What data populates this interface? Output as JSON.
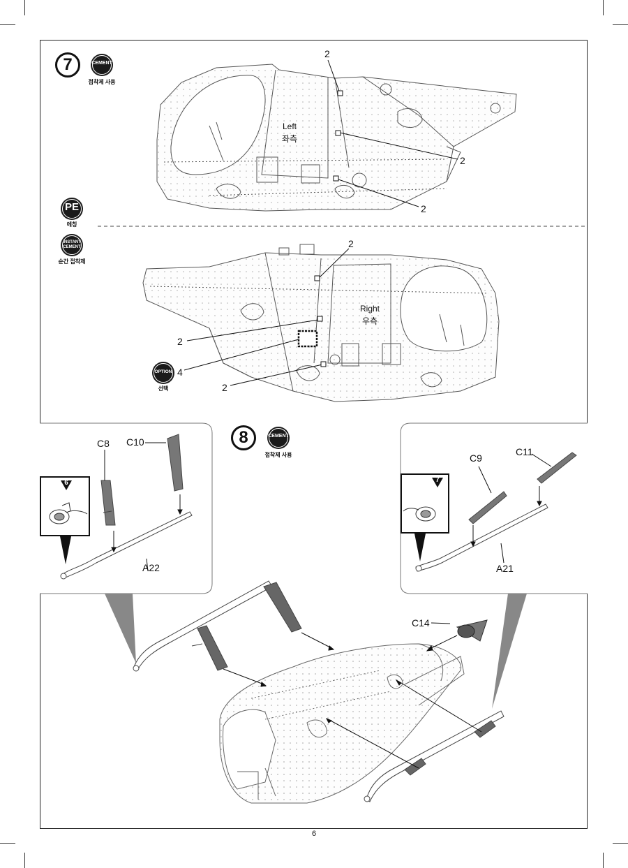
{
  "page_number": "6",
  "step7": {
    "number": "7",
    "cement_badge": "CEMENT",
    "cement_caption": "접착제 사용",
    "pe_badge": "PE",
    "pe_caption": "에칭",
    "instant_badge_line1": "INSTANT",
    "instant_badge_line2": "CEMENT",
    "instant_caption": "순간 접착제",
    "option_badge": "OPTION",
    "option_caption": "선택",
    "left_view": {
      "label_en": "Left",
      "label_ko": "좌측",
      "callouts": [
        "2",
        "2",
        "2"
      ]
    },
    "right_view": {
      "label_en": "Right",
      "label_ko": "우측",
      "callouts": [
        "2",
        "2",
        "4",
        "2"
      ]
    }
  },
  "step8": {
    "number": "8",
    "cement_badge": "CEMENT",
    "cement_caption": "접착제 사용",
    "left_inset": {
      "ref_step": "6",
      "parts": [
        "C8",
        "C10",
        "A22"
      ]
    },
    "right_inset": {
      "ref_step": "7",
      "parts": [
        "C9",
        "C11",
        "A21"
      ]
    },
    "main_parts": [
      "C14"
    ]
  }
}
